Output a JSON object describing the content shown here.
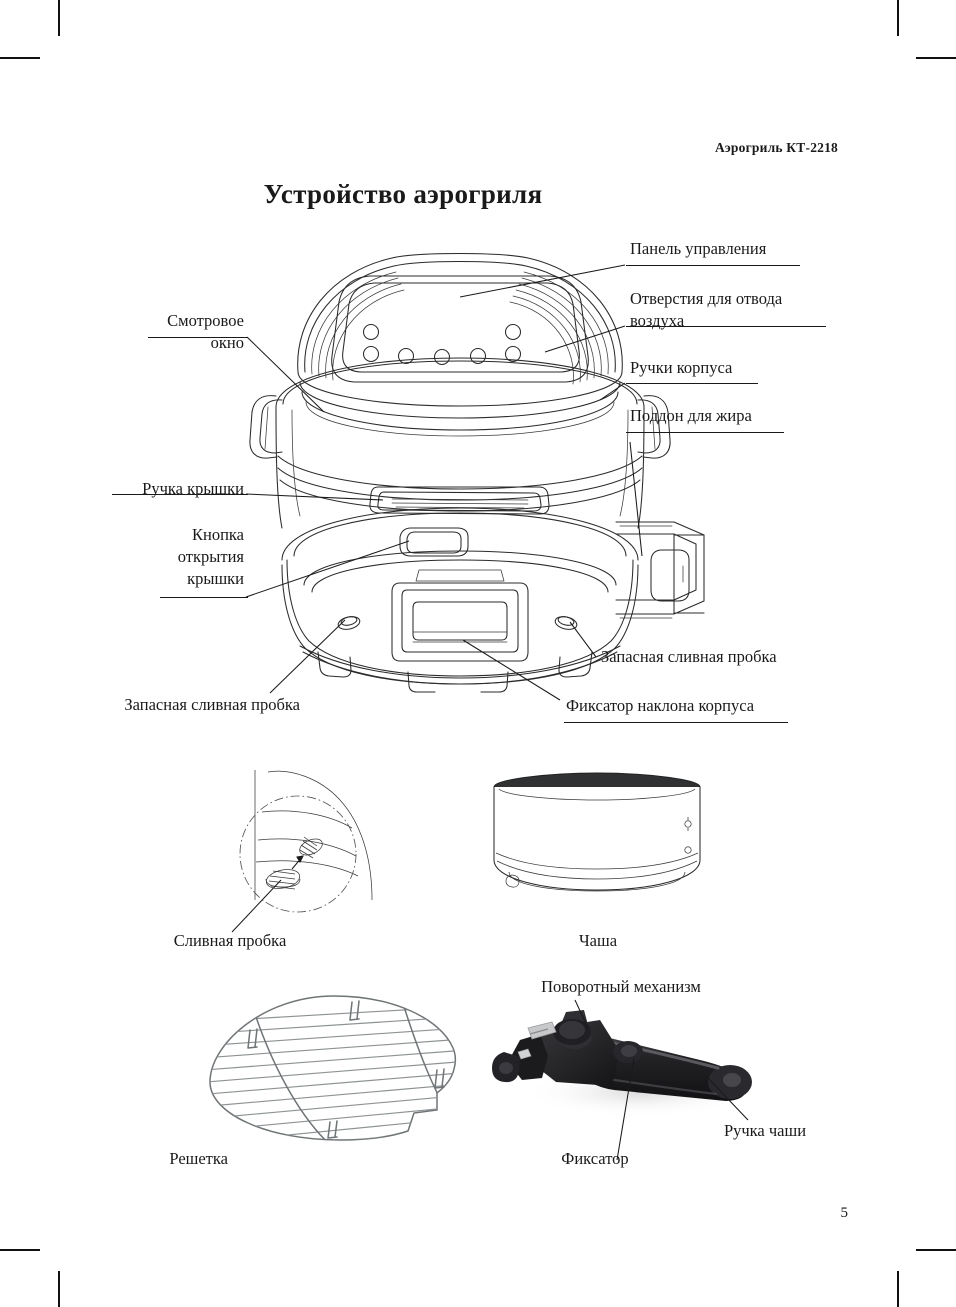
{
  "document": {
    "running_head": "Аэрогриль КТ-2218",
    "title": "Устройство аэрогриля",
    "page_number": "5"
  },
  "callouts": {
    "control_panel": "Панель управления",
    "air_vents": "Отверстия для отвода\nвоздуха",
    "body_handles": "Ручки корпуса",
    "grease_tray": "Поддон для жира",
    "viewing_window": "Смотровое\nокно",
    "lid_handle": "Ручка крышки",
    "lid_open_button": "Кнопка\nоткрытия\nкрышки",
    "spare_drain_plug_left": "Запасная сливная пробка",
    "spare_drain_plug_right": "Запасная сливная пробка",
    "tilt_lock": "Фиксатор наклона корпуса"
  },
  "parts": {
    "drain_plug": "Сливная пробка",
    "bowl": "Чаша",
    "rack": "Решетка",
    "rotary_mechanism": "Поворотный механизм",
    "latch": "Фиксатор",
    "bowl_handle": "Ручка чаши"
  },
  "diagram": {
    "control_panel_button_count": 7,
    "colors": {
      "ink": "#1a1a1a",
      "line_art": "#2b2b2b",
      "wire_metal": "#6f7476",
      "plastic_black": "#1c1c1e",
      "paper": "#ffffff"
    }
  }
}
